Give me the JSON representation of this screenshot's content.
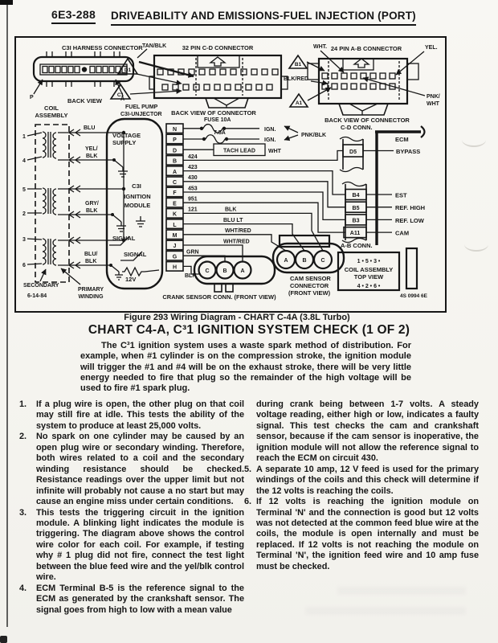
{
  "page": {
    "number": "6E3-288",
    "header": "DRIVEABILITY AND EMISSIONS-FUEL INJECTION (PORT)"
  },
  "figure_caption": "Figure 293 Wiring Diagram - CHART C-4A (3.8L Turbo)",
  "chart_title": "CHART C4-A, C³1 IGNITION SYSTEM CHECK (1 OF 2)",
  "intro": "The C³1 ignition system uses a waste spark method of distribution.  For example, when #1 cylinder is on the compression stroke, the ignition module will trigger the #1 and #4 will be on the exhaust stroke, there will be very little energy needed to fire that plug so the remainder of the high voltage will be used to fire #1 spark plug.",
  "diagram": {
    "harness": {
      "title": "C3I HARNESS CONNECTOR",
      "back_view": "BACK VIEW",
      "pin_p": "P",
      "pin_a": "A"
    },
    "triangles": {
      "d1": "D1",
      "c1": "C1",
      "b1": "B1",
      "a1": "A1"
    },
    "cd32": {
      "title": "32 PIN C-D CONNECTOR",
      "back": "BACK VIEW OF CONNECTOR",
      "tan_blk": "TAN/BLK",
      "fuel_pump_1": "FUEL PUMP",
      "fuel_pump_2": "C3I-UNJECTOR"
    },
    "ab24": {
      "title": "24 PIN A-B CONNECTOR",
      "back": "BACK VIEW OF CONNECTOR",
      "wht": "WHT.",
      "blk_red": "BLK/RED",
      "yel": "YEL.",
      "pnk_wht_1": "PNK/",
      "pnk_wht_2": "WHT"
    },
    "coil": {
      "label_1": "COIL",
      "label_2": "ASSEMBLY",
      "n1": "1",
      "n4": "4",
      "n5": "5",
      "n2": "2",
      "n3": "3",
      "n6": "6",
      "secondary": "SECONDARY",
      "date": "6-14-84",
      "primary_1": "PRIMARY",
      "primary_2": "WINDING",
      "blu": "BLU",
      "yel_1": "YEL/",
      "yel_2": "BLK",
      "gry_1": "GRY/",
      "gry_2": "BLK",
      "blu2_1": "BLU/",
      "blu2_2": "BLK"
    },
    "module": {
      "voltage_1": "VOLTAGE",
      "voltage_2": "SUPPLY",
      "name_1": "C3I",
      "name_2": "IGNITION",
      "name_3": "MODULE",
      "signal_1": "SIGNAL",
      "signal_2": "SIGNAL",
      "v12": "12V",
      "t_n": "N",
      "t_p": "P",
      "t_d": "D",
      "t_b": "B",
      "t_a": "A",
      "t_c": "C",
      "t_f": "F",
      "t_e": "E",
      "t_k": "K",
      "t_l": "L",
      "t_m": "M",
      "t_j": "J",
      "t_g": "G",
      "t_h": "H"
    },
    "wires": {
      "fuse10": "FUSE 10A",
      "ign_1": "IGN.",
      "fuse75": "7.5A",
      "ign_2": "IGN.",
      "pnk_blk": "PNK/BLK",
      "tach": "TACH LEAD",
      "wht": "WHT",
      "c424": "424",
      "c423": "423",
      "c430": "430",
      "c453": "453",
      "c951": "951",
      "c121": "121",
      "blk_k": "BLK",
      "blu_lt": "BLU LT",
      "whtred_m": "WHT/RED",
      "whtred_j": "WHT/RED",
      "grn": "GRN",
      "blk_h": "BLK"
    },
    "ecm": {
      "cd_conn": "C-D CONN.",
      "ecm": "ECM",
      "d5": "D5",
      "bypass": "BYPASS",
      "b4": "B4",
      "est": "EST",
      "b5": "B5",
      "ref_high": "REF. HIGH",
      "b3": "B3",
      "ref_low": "REF. LOW",
      "a11": "A11",
      "cam": "CAM",
      "ab_conn": "A-B CONN."
    },
    "crank": {
      "label": "CRANK SENSOR CONN. (FRONT VIEW)",
      "p1": "C",
      "p2": "B",
      "p3": "A"
    },
    "cam": {
      "label_1": "CAM SENSOR",
      "label_2": "CONNECTOR",
      "label_3": "(FRONT VIEW)",
      "p1": "A",
      "p2": "B",
      "p3": "C"
    },
    "topview": {
      "row_top": "1 • 5 • 3 •",
      "label_1": "COIL ASSEMBLY",
      "label_2": "TOP VIEW",
      "row_bottom": "4 • 2 • 6 •",
      "part": "4S 0994 6E"
    }
  },
  "notes_left": [
    {
      "n": "1.",
      "t": "If a plug wire is open, the other plug on that coil may still fire at idle. This tests the ability of the system to produce at least 25,000 volts."
    },
    {
      "n": "2.",
      "t": "No spark on one cylinder may be caused by an open plug wire or secondary winding. Therefore, both wires related to a coil and the secondary winding resistance should be checked. Resistance readings over the upper limit but not infinite will probably not cause a no start but may cause an engine miss under certain conditions."
    },
    {
      "n": "3.",
      "t": "This tests the triggering circuit in the ignition module. A blinking light indicates the module is triggering. The diagram above shows the control wire color for each coil. For example, if testing why # 1 plug did not fire, connect the test light between the blue feed wire and the yel/blk control wire."
    },
    {
      "n": "4.",
      "t": "ECM Terminal B-5 is the reference signal to the ECM as generated by the crankshaft sensor. The signal goes from high to low with a mean value"
    }
  ],
  "notes_right": [
    {
      "n": "",
      "t": "during crank being between 1-7 volts. A steady voltage reading, either high or low, indicates a faulty signal.  This test checks the cam and crankshaft sensor, because if the cam sensor is inoperative, the ignition module will not allow the reference signal to reach the ECM on circuit 430."
    },
    {
      "n": "5.",
      "t": "A separate 10 amp, 12 V feed is used for the primary windings of the coils and this check will determine if the 12 volts is reaching the coils."
    },
    {
      "n": "6.",
      "t": "If 12 volts is reaching the ignition module on Terminal 'N' and the connection is good but 12 volts was not detected at the common feed blue wire at the coils, the module is open internally and must be replaced. If 12 volts is not reaching the module on Terminal 'N', the ignition feed wire and 10 amp fuse must be checked."
    }
  ]
}
